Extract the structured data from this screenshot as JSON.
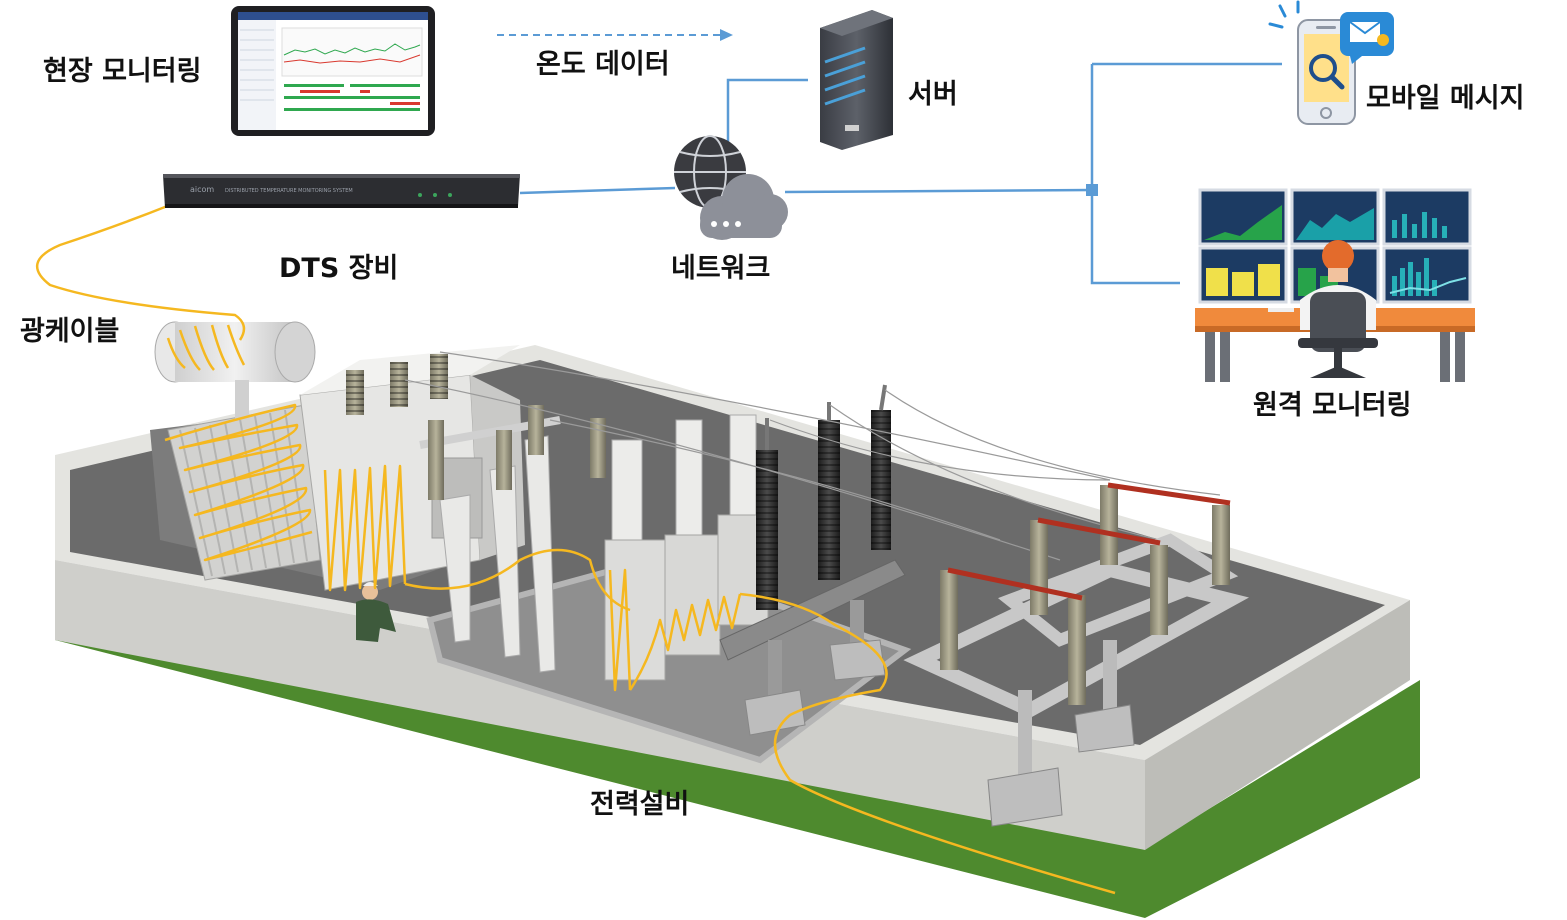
{
  "labels": {
    "site_monitoring": "현장 모니터링",
    "temperature_data": "온도 데이터",
    "server": "서버",
    "mobile_message": "모바일 메시지",
    "dts_equipment": "DTS 장비",
    "network": "네트워크",
    "optical_cable": "광케이블",
    "remote_monitoring": "원격 모니터링",
    "power_facility": "전력설비"
  },
  "dts_device": {
    "brand": "aicom",
    "model_text": "DISTRIBUTED TEMPERATURE MONITORING SYSTEM"
  },
  "colors": {
    "fiber": "#f5b820",
    "link_line": "#5b9bd5",
    "ground": "#6b6b6b",
    "grass": "#4e8a2e",
    "wall": "#dcdcd8",
    "screen_green": "#27a34a"
  },
  "icons": [
    "tablet-icon",
    "server-icon",
    "network-globe-cloud-icon",
    "mobile-phone-icon",
    "mail-notification-icon",
    "operator-desk-icon"
  ]
}
